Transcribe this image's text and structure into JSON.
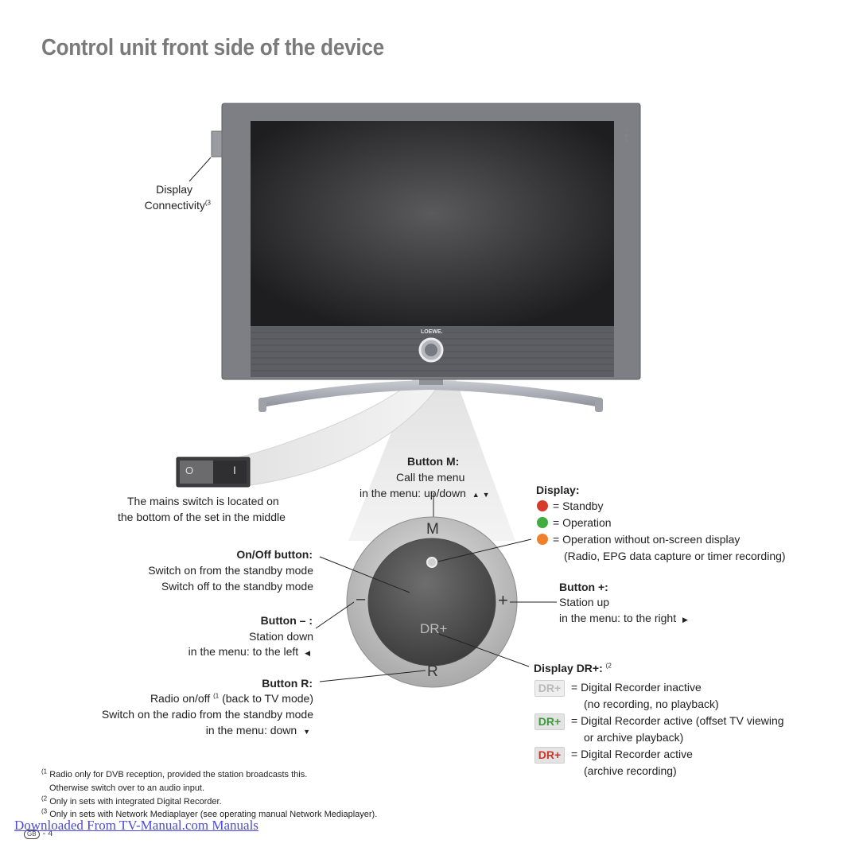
{
  "page": {
    "title": "Control unit front side of the device"
  },
  "tv": {
    "brand": "LOEWE.",
    "connectivity_label": "Display",
    "connectivity_label2": "Connectivity",
    "connectivity_note": "(3"
  },
  "mains": {
    "line1": "The mains switch is located on",
    "line2": "the bottom of the set in the middle",
    "off_symbol": "O",
    "on_symbol": "I"
  },
  "button_m": {
    "title": "Button M",
    "line1": "Call the menu",
    "line2": "in the menu: up/down"
  },
  "onoff": {
    "title": "On/Off button",
    "line1": "Switch on from the standby mode",
    "line2": "Switch off to the standby mode"
  },
  "button_minus": {
    "title": "Button –",
    "line1": "Station down",
    "line2": "in the menu: to the left"
  },
  "button_r": {
    "title": "Button R",
    "line1_prefix": "Radio on/off",
    "line1_note": "(1",
    "line1_suffix": "(back to TV mode)",
    "line2": "Switch on the radio from the standby mode",
    "line3": "in the menu: down"
  },
  "control_ring": {
    "m": "M",
    "r": "R",
    "minus": "–",
    "plus": "+",
    "dr": "DR+"
  },
  "display": {
    "title": "Display",
    "items": [
      {
        "color": "#d63a2a",
        "text": "= Standby"
      },
      {
        "color": "#3fae3f",
        "text": "= Operation"
      },
      {
        "color": "#ef7f2a",
        "text": "= Operation without on-screen display"
      }
    ],
    "note": "(Radio, EPG data capture or timer recording)"
  },
  "button_plus": {
    "title": "Button +",
    "line1": "Station up",
    "line2": "in the menu: to the right"
  },
  "display_dr": {
    "title": "Display DR+",
    "note": "(2",
    "badge_text": "DR+",
    "items": [
      {
        "color": "#b9b9b9",
        "line1": "= Digital Recorder inactive",
        "line2": "(no recording, no playback)"
      },
      {
        "color": "#3c9a3c",
        "line1": "= Digital Recorder active (offset TV viewing",
        "line2": "or archive playback)"
      },
      {
        "color": "#c7362b",
        "line1": "= Digital Recorder active",
        "line2": "(archive recording)"
      }
    ]
  },
  "footnotes": {
    "f1_mark": "(1",
    "f1_line1": "Radio only for DVB reception, provided the station broadcasts this.",
    "f1_line2": "Otherwise switch over to an audio input.",
    "f2_mark": "(2",
    "f2": "Only in sets with integrated Digital Recorder.",
    "f3_mark": "(3",
    "f3": "Only in sets with Network Mediaplayer (see operating manual Network Mediaplayer)."
  },
  "footer": {
    "link": "Downloaded From TV-Manual.com Manuals",
    "lang": "GB",
    "page": "- 4"
  }
}
